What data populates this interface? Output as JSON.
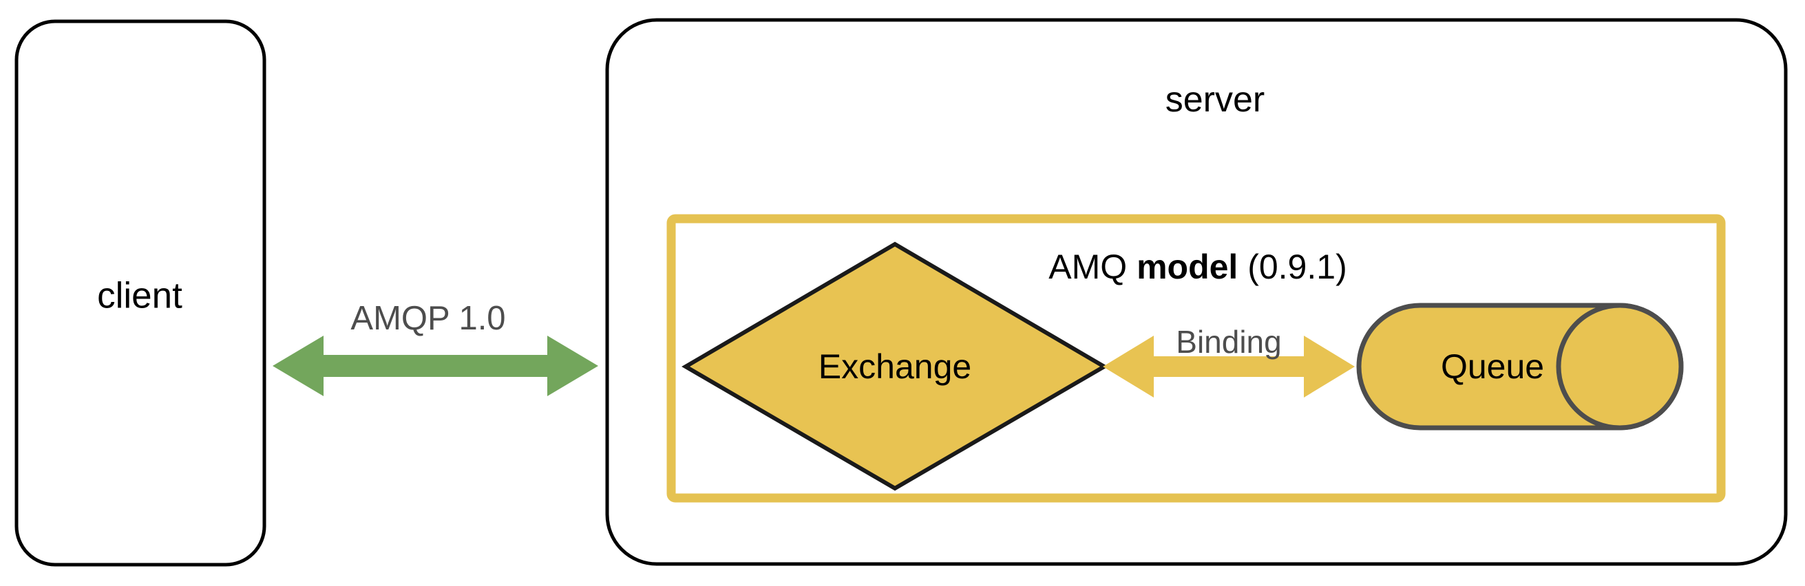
{
  "diagram": {
    "title": "AMQP client-server AMQ model diagram",
    "client": {
      "label": "client",
      "shape": "rounded-rectangle"
    },
    "server": {
      "label": "server",
      "shape": "rounded-rectangle"
    },
    "protocol_link": {
      "label": "AMQP 1.0",
      "arrow": "bidirectional",
      "color": "#73a65c"
    },
    "amq_model": {
      "label_prefix": "AMQ ",
      "label_bold": "model",
      "label_suffix": " (0.9.1)",
      "full_label": "AMQ model (0.9.1)",
      "border_color": "#e5c252"
    },
    "exchange": {
      "label": "Exchange",
      "shape": "diamond",
      "fill": "#e8c352",
      "stroke": "#1a1a1a"
    },
    "binding": {
      "label": "Binding",
      "arrow": "bidirectional",
      "color": "#e8c352",
      "text_color": "#4d4d4d"
    },
    "queue": {
      "label": "Queue",
      "shape": "cylinder",
      "fill": "#e8c352",
      "stroke": "#4d4d4d"
    },
    "colors": {
      "gold": "#e8c352",
      "gold_border": "#e5c252",
      "green": "#73a65c",
      "outline_black": "#000000",
      "gray_text": "#4d4d4d",
      "cylinder_stroke": "#4d4d4d",
      "background": "#ffffff"
    }
  }
}
